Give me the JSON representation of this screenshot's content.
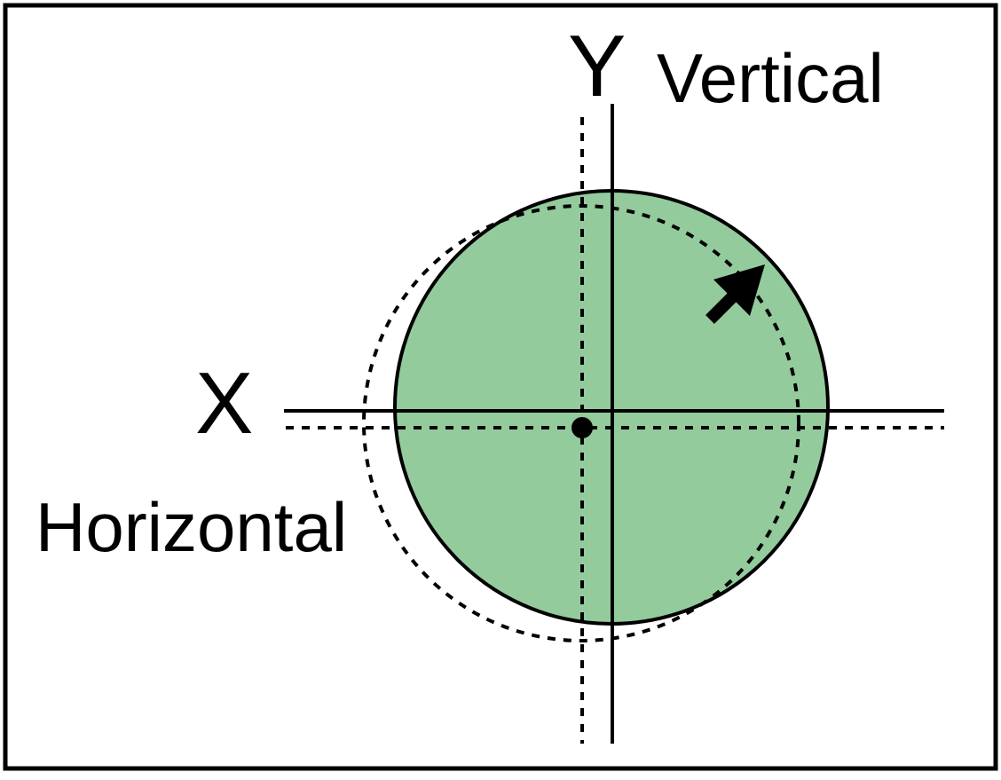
{
  "labels": {
    "y_axis": "Y",
    "y_caption": "Vertical",
    "x_axis": "X",
    "x_caption": "Horizontal"
  },
  "colors": {
    "disk_fill": "#93cb9d",
    "stroke": "#000000",
    "background": "#ffffff"
  }
}
